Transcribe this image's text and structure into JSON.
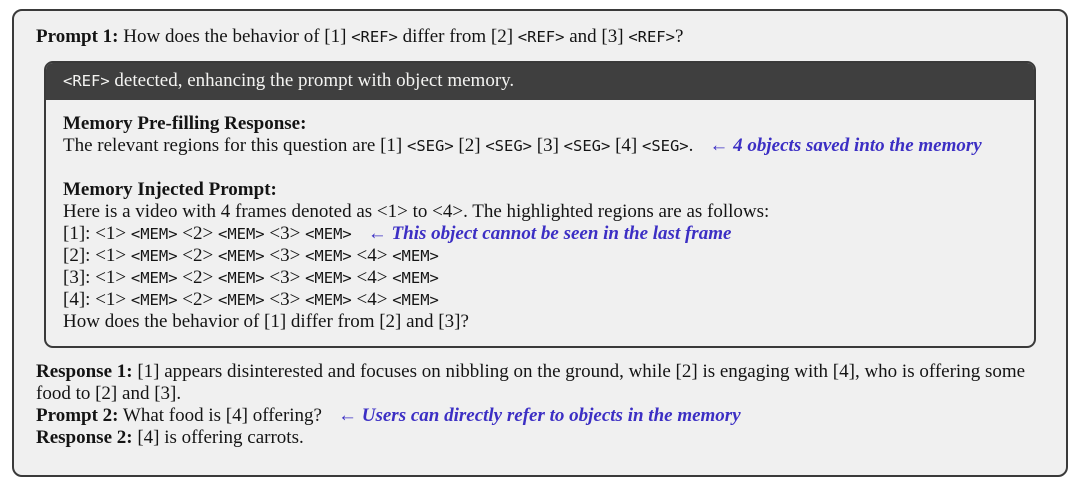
{
  "colors": {
    "panel_background": "#f0f0f0",
    "border": "#3a3a3a",
    "header_bar_background": "#3f3f3f",
    "header_bar_text": "#f4f4f2",
    "body_text": "#141414",
    "annotation_blue": "#3c2fc4"
  },
  "tokens": {
    "ref": "<REF>",
    "seg": "<SEG>",
    "mem": "<MEM>"
  },
  "prompt1": {
    "label": "Prompt 1:",
    "t1": " How does the behavior of [1] ",
    "t2": " differ from [2] ",
    "t3": " and [3] ",
    "t4": "?"
  },
  "header": {
    "rest": " detected, enhancing the prompt with object memory."
  },
  "prefill": {
    "heading": "Memory Pre-filling Response:",
    "t1": "The relevant regions for this question are [1] ",
    "t2": " [2] ",
    "t3": " [3] ",
    "t4": " [4] ",
    "t5": ".",
    "annotation": "← 4 objects saved into the memory"
  },
  "memory": {
    "heading": "Memory Injected Prompt:",
    "intro": "Here is a video with 4 frames denoted as <1> to <4>. The highlighted regions are as follows:",
    "lines": [
      {
        "label": "[1]:",
        "frames": [
          "<1>",
          "<2>",
          "<3>"
        ],
        "annotation": "← This object cannot be seen in the last frame"
      },
      {
        "label": "[2]:",
        "frames": [
          "<1>",
          "<2>",
          "<3>",
          "<4>"
        ]
      },
      {
        "label": "[3]:",
        "frames": [
          "<1>",
          "<2>",
          "<3>",
          "<4>"
        ]
      },
      {
        "label": "[4]:",
        "frames": [
          "<1>",
          "<2>",
          "<3>",
          "<4>"
        ]
      }
    ],
    "question": "How does the behavior of [1] differ from [2] and [3]?"
  },
  "response1": {
    "label": "Response 1:",
    "text": " [1] appears disinterested and focuses on nibbling on the ground, while [2] is engaging with [4], who is offering some food to [2] and [3]."
  },
  "prompt2": {
    "label": "Prompt 2:",
    "text": " What food is [4] offering?",
    "annotation": "← Users can directly refer to objects in the memory"
  },
  "response2": {
    "label": "Response 2:",
    "text": " [4] is offering carrots."
  }
}
